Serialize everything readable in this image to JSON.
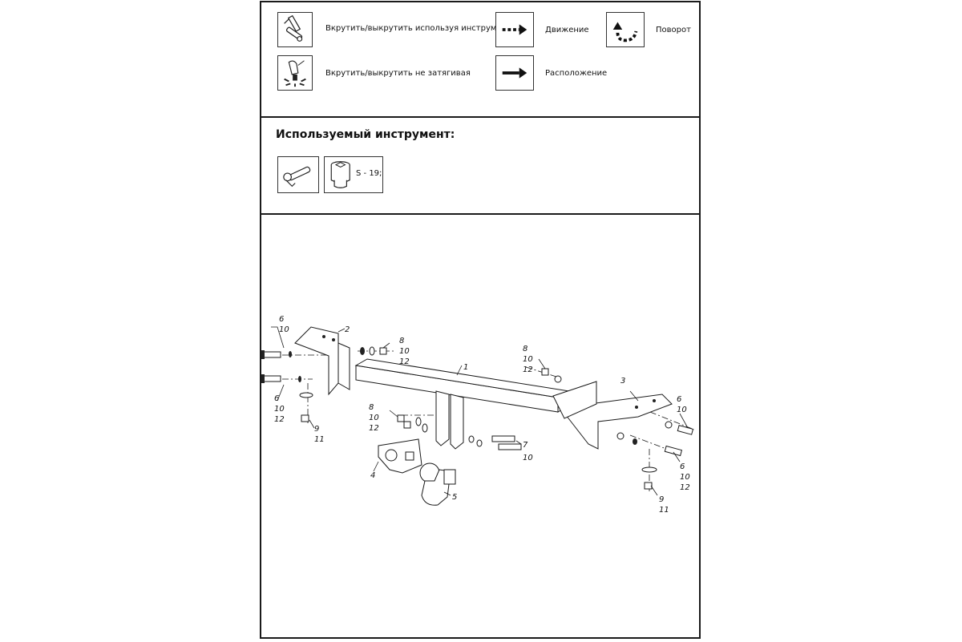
{
  "legend": {
    "screw_with_tool": "Вкрутить/выкрутить используя инструмент",
    "screw_loose": "Вкрутить/выкрутить не затягивая",
    "movement": "Движение",
    "placement": "Расположение",
    "rotation": "Поворот"
  },
  "tools": {
    "title": "Используемый инструмент:",
    "socket_size": "S - 19;"
  },
  "callouts": {
    "c1": "1",
    "c2": "2",
    "c3": "3",
    "c4": "4",
    "c5": "5",
    "c7": "7",
    "c6a": "6",
    "c10a": "10",
    "c6b": "6",
    "c10b": "10",
    "c12b": "12",
    "c9a": "9",
    "c11a": "11",
    "c8a": "8",
    "c10c": "10",
    "c12c": "12",
    "c8b": "8",
    "c10d": "10",
    "c12d": "12",
    "c8c": "8",
    "c10e": "10",
    "c12e": "12",
    "c10f": "10",
    "c6c": "6",
    "c10g": "10",
    "c6d": "6",
    "c10h": "10",
    "c12h": "12",
    "c9b": "9",
    "c11b": "11"
  }
}
